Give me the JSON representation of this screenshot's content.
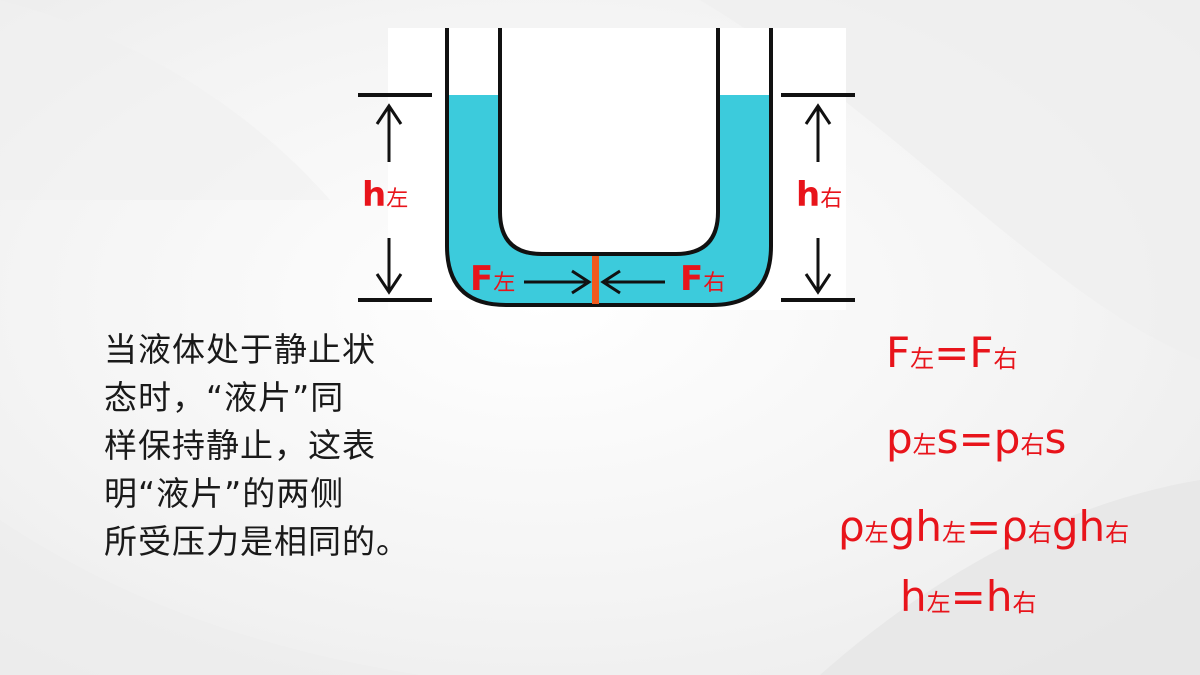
{
  "diagram": {
    "labels": {
      "h_left": {
        "main": "h",
        "sub": "左"
      },
      "h_right": {
        "main": "h",
        "sub": "右"
      },
      "f_left": {
        "main": "F",
        "sub": "左"
      },
      "f_right": {
        "main": "F",
        "sub": "右"
      }
    },
    "colors": {
      "liquid": "#3ccbdc",
      "liquid_piece": "#f05a1e",
      "label": "#e8141b"
    }
  },
  "explanation": {
    "lines": [
      "当液体处于静止状",
      "态时，“液片”同",
      "样保持静止，这表",
      "明“液片”的两侧",
      "所受压力是相同的。"
    ]
  },
  "equations": {
    "eq1": {
      "a": "F",
      "a_sub": "左",
      "eq": "=",
      "b": "F",
      "b_sub": "右"
    },
    "eq2": {
      "a": "p",
      "a_sub": "左",
      "a_tail": "s",
      "eq": "=",
      "b": "p",
      "b_sub": "右",
      "b_tail": "s"
    },
    "eq3": {
      "a": "ρ",
      "a_sub": "左",
      "a_mid": "gh",
      "a_sub2": "左",
      "eq": "=",
      "b": "ρ",
      "b_sub": "右",
      "b_mid": "gh",
      "b_sub2": "右"
    },
    "eq4": {
      "a": "h",
      "a_sub": "左",
      "eq": "=",
      "b": "h",
      "b_sub": "右"
    }
  }
}
